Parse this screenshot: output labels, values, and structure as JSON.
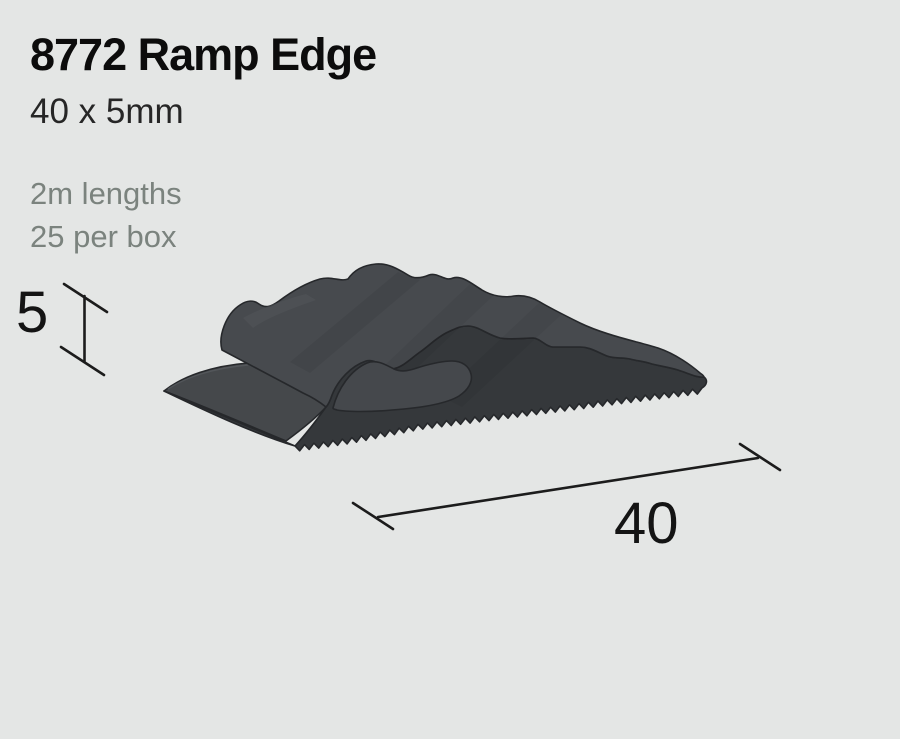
{
  "page": {
    "background_color": "#e4e6e5"
  },
  "header": {
    "title": "8772 Ramp Edge",
    "subtitle": "40 x 5mm"
  },
  "specs": {
    "length": "2m lengths",
    "packaging": "25 per box",
    "text_color": "#7b837e"
  },
  "diagram": {
    "height_dimension_label": "5",
    "width_dimension_label": "40",
    "profile_description": "ramp-edge-extruded-profile",
    "colors": {
      "top_surface": "#474a4e",
      "flange_surface": "#45484b",
      "end_face": "#35383b",
      "cavity": "#45484c",
      "outline": "#26282b",
      "highlight": "#52565a",
      "dimension_lines": "#1c1c1c"
    }
  }
}
